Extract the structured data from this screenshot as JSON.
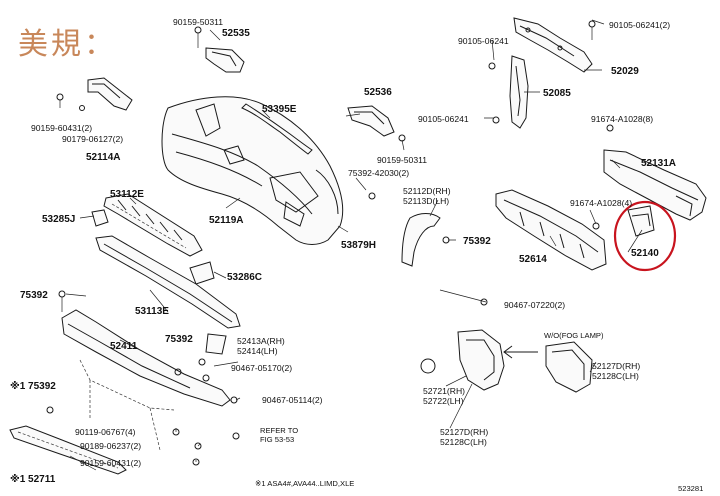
{
  "watermark": "美規：",
  "labels": {
    "p90159_50311_top": "90159-50311",
    "p52535": "52535",
    "p90105_06241_left": "90105-06241",
    "p90105_06241_right": "90105-06241(2)",
    "p52029": "52029",
    "p52085": "52085",
    "p90159_60431_left": "90159-60431(2)",
    "p90179_06127": "90179-06127(2)",
    "p52114A": "52114A",
    "p53395E": "53395E",
    "p52536": "52536",
    "p90105_06241_mid": "90105-06241",
    "p91674_A1028_8": "91674-A1028(8)",
    "p90159_50311_mid": "90159-50311",
    "p52131A": "52131A",
    "p75392_42030": "75392-42030(2)",
    "p52112D": "52112D(RH)",
    "p52113D": "52113D(LH)",
    "p53112E": "53112E",
    "p52119A": "52119A",
    "p91674_A1028_4": "91674-A1028(4)",
    "p53285J": "53285J",
    "p53879H": "53879H",
    "p75392_mid": "75392",
    "p52614": "52614",
    "p52140": "52140",
    "p53286C": "53286C",
    "p75392_left": "75392",
    "p53113E": "53113E",
    "p90467_07220": "90467-07220(2)",
    "p75392_low": "75392",
    "p52411": "52411",
    "p52413A": "52413A(RH)",
    "p52414": "52414(LH)",
    "fog_lamp": "W/O(FOG LAMP)",
    "p52127D": "52127D(RH)",
    "p52128C_top": "52128C(LH)",
    "p90467_05170": "90467-05170(2)",
    "p52721": "52721(RH)",
    "p52722": "52722(LH)",
    "p75392_note": "※1 75392",
    "p90467_05114": "90467-05114(2)",
    "p90119_06767": "90119-06767(4)",
    "refer_to": "REFER TO",
    "fig_53_53": "FIG 53-53",
    "p90189_06237": "90189-06237(2)",
    "p52127D_low": "52127D(RH)",
    "p52128C_low": "52128C(LH)",
    "p90159_60431_low": "90159-60431(2)",
    "p52711_note": "※1 52711",
    "footnote": "※1 ASA4#,AVA44..LIMD,XLE",
    "fig_number": "523281"
  },
  "colors": {
    "highlight_circle": "#c8141e",
    "watermark": "#c8875a",
    "line": "#1a1a1a"
  }
}
